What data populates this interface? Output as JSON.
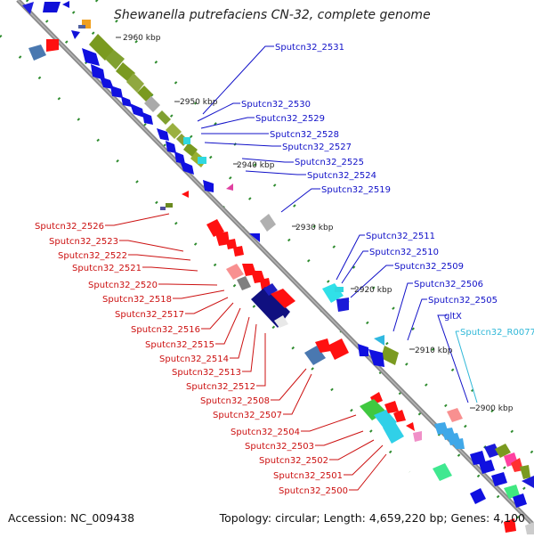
{
  "title": "Shewanella putrefaciens CN-32, complete genome",
  "footer": {
    "accession": "Accession: NC_009438",
    "summary": "Topology: circular; Length: 4,659,220 bp; Genes: 4,100"
  },
  "colors": {
    "backbone": "#8a8a8a",
    "blue_label": "#1010c8",
    "red_label": "#cc1010",
    "cyan_label": "#30b8d8",
    "tick": "#228822"
  },
  "kbp_ticks": [
    "2960 kbp",
    "2950 kbp",
    "2940 kbp",
    "2930 kbp",
    "2920 kbp",
    "2910 kbp",
    "2900 kbp"
  ],
  "top_labels": [
    "Sputcn32_2531",
    "Sputcn32_2530",
    "Sputcn32_2529",
    "Sputcn32_2528",
    "Sputcn32_2527",
    "Sputcn32_2525",
    "Sputcn32_2524",
    "Sputcn32_2519",
    "Sputcn32_2511",
    "Sputcn32_2510",
    "Sputcn32_2509",
    "Sputcn32_2506",
    "Sputcn32_2505",
    "gltX",
    "Sputcn32_R0077"
  ],
  "bottom_labels": [
    "Sputcn32_2526",
    "Sputcn32_2523",
    "Sputcn32_2522",
    "Sputcn32_2521",
    "Sputcn32_2520",
    "Sputcn32_2518",
    "Sputcn32_2517",
    "Sputcn32_2516",
    "Sputcn32_2515",
    "Sputcn32_2514",
    "Sputcn32_2513",
    "Sputcn32_2512",
    "Sputcn32_2508",
    "Sputcn32_2507",
    "Sputcn32_2504",
    "Sputcn32_2503",
    "Sputcn32_2502",
    "Sputcn32_2501",
    "Sputcn32_2500"
  ]
}
